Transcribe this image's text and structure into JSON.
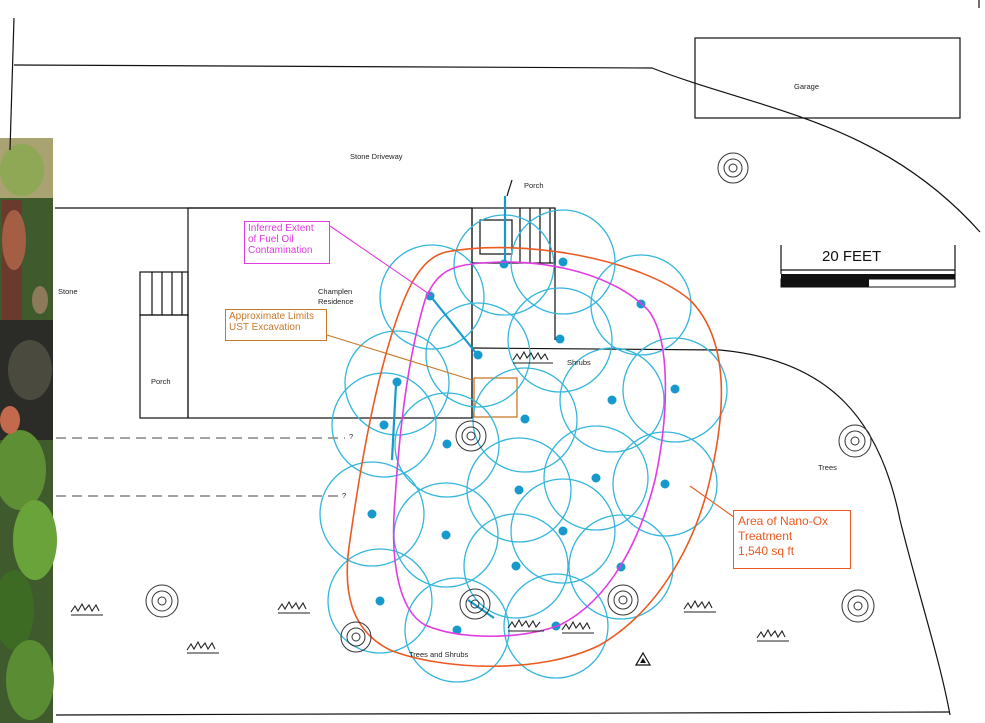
{
  "labels": {
    "garage": "Garage",
    "driveway": "Stone Driveway",
    "porch_top": "Porch",
    "stone": "Stone",
    "residence_line1": "Champlen",
    "residence_line2": "Residence",
    "porch_left": "Porch",
    "shrubs": "Shrubs",
    "trees": "Trees",
    "trees_and_shrubs": "Trees and Shrubs",
    "line_question_1": "?",
    "line_question_2": "?"
  },
  "callouts": {
    "fuel_oil": [
      "Inferred Extent",
      "of Fuel Oil",
      "Contamination"
    ],
    "ust": [
      "Approximate Limits",
      "UST Excavation"
    ],
    "nano_ox": [
      "Area of Nano-Ox",
      "Treatment",
      "1,540 sq ft"
    ]
  },
  "scale_bar": {
    "label": "20 FEET"
  },
  "colors": {
    "fuel_oil_outline": "#e23be2",
    "ust_outline": "#c8782a",
    "nano_ox_outline": "#ea5a22",
    "injection_radius": "#35b6dc",
    "injection_point": "#1699cc"
  },
  "icons": [
    "tree-symbol-icon",
    "shrub-symbol-icon",
    "warning-triangle-icon",
    "photo-strip"
  ]
}
